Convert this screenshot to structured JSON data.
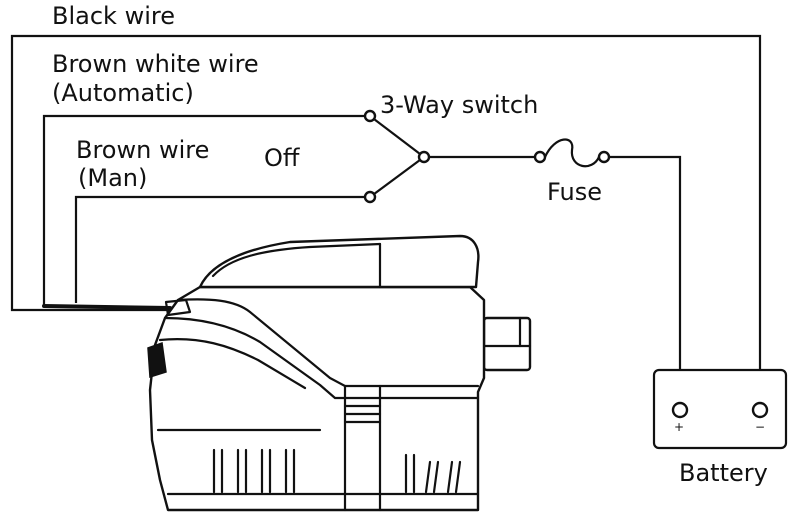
{
  "labels": {
    "black_wire": "Black wire",
    "brown_white_wire": "Brown white wire",
    "automatic": "(Automatic)",
    "three_way_switch": "3-Way switch",
    "brown_wire": "Brown wire",
    "off": "Off",
    "man": "(Man)",
    "fuse": "Fuse",
    "battery": "Battery",
    "plus": "+",
    "minus": "−"
  },
  "icons": {
    "switch": "three-way-switch-icon",
    "fuse": "fuse-icon",
    "battery": "battery-icon",
    "pump": "bilge-pump-icon"
  }
}
